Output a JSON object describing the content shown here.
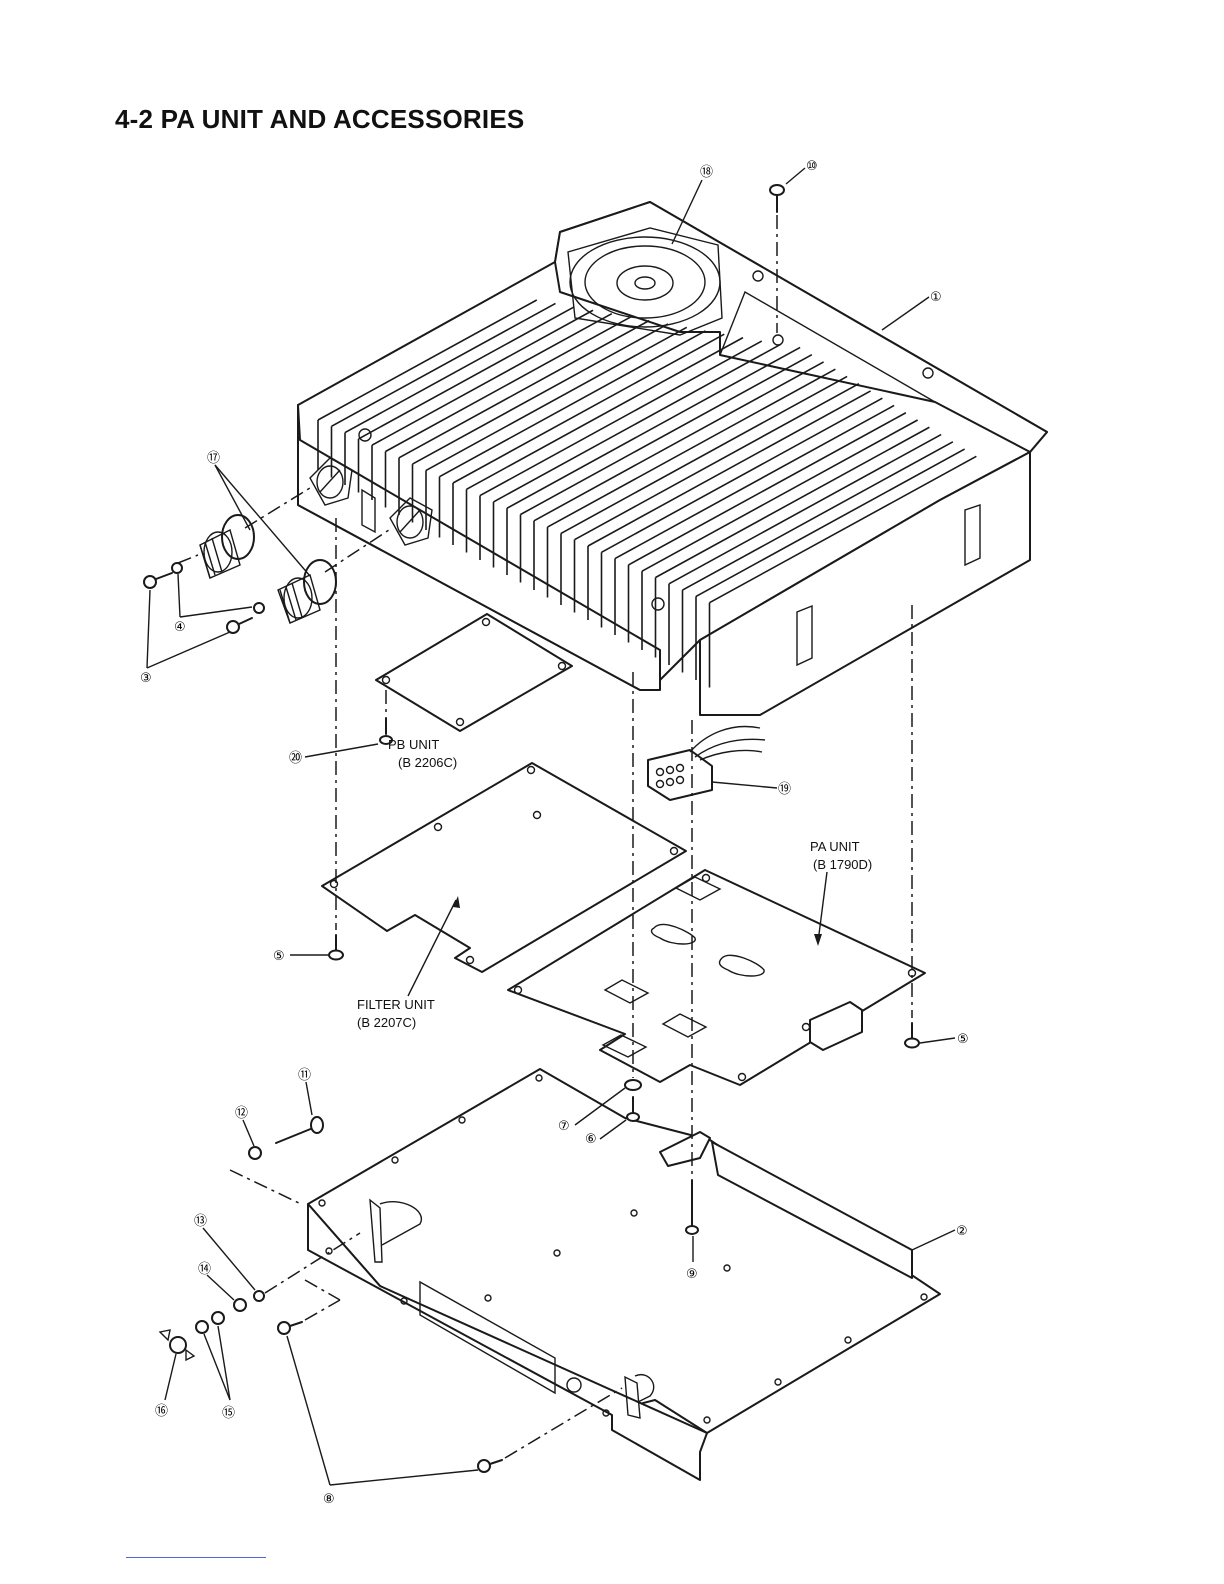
{
  "heading": "4-2  PA UNIT AND ACCESSORIES",
  "callouts": {
    "c1": "①",
    "c2": "②",
    "c3": "③",
    "c4": "④",
    "c5a": "⑤",
    "c5b": "⑤",
    "c6": "⑥",
    "c7": "⑦",
    "c8": "⑧",
    "c9": "⑨",
    "c10": "⑩",
    "c11": "⑪",
    "c12": "⑫",
    "c13": "⑬",
    "c14": "⑭",
    "c15": "⑮",
    "c16": "⑯",
    "c17": "⑰",
    "c18": "⑱",
    "c19": "⑲",
    "c20": "⑳"
  },
  "units": {
    "pb": {
      "name": "PB UNIT",
      "code": "(B 2206C)"
    },
    "pa": {
      "name": "PA UNIT",
      "code": "(B 1790D)"
    },
    "filter": {
      "name": "FILTER UNIT",
      "code": "(B 2207C)"
    }
  }
}
